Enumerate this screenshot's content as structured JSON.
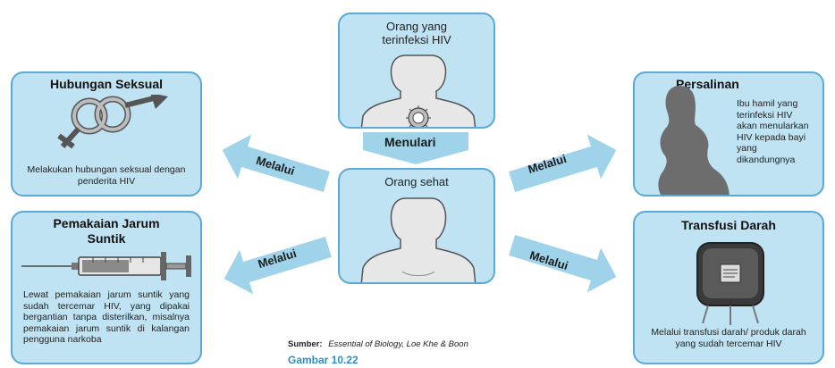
{
  "center_top": {
    "title": "Orang yang terinfeksi HIV"
  },
  "center_mid": {
    "title": "Orang sehat"
  },
  "transmit_arrow": {
    "label": "Menulari"
  },
  "routes": {
    "sexual": {
      "title": "Hubungan Seksual",
      "desc": "Melakukan hubungan seksual dengan penderita HIV",
      "arrow": "Melalui"
    },
    "needle": {
      "title": "Pemakaian Jarum Suntik",
      "desc": "Lewat pemakaian jarum suntik yang sudah tercemar HIV, yang dipakai bergantian tanpa disterilkan, misalnya pemakaian jarum suntik di kalangan pengguna narkoba",
      "arrow": "Melalui"
    },
    "birth": {
      "title": "Persalinan",
      "desc": "Ibu hamil yang terinfeksi HIV akan menularkan HIV kepada bayi yang dikandungnya",
      "arrow": "Melalui"
    },
    "transfusion": {
      "title": "Transfusi Darah",
      "desc": "Melalui transfusi darah/ produk darah yang sudah tercemar HIV",
      "arrow": "Melalui"
    }
  },
  "source": {
    "label": "Sumber:",
    "text": "Essential of Biology, Loe Khe & Boon"
  },
  "figure": {
    "label": "Gambar 10.22"
  },
  "colors": {
    "box_fill": "#bfe3f3",
    "box_border": "#5aa9d6",
    "arrow": "#9fd3ea",
    "caption": "#2e8fc4"
  }
}
